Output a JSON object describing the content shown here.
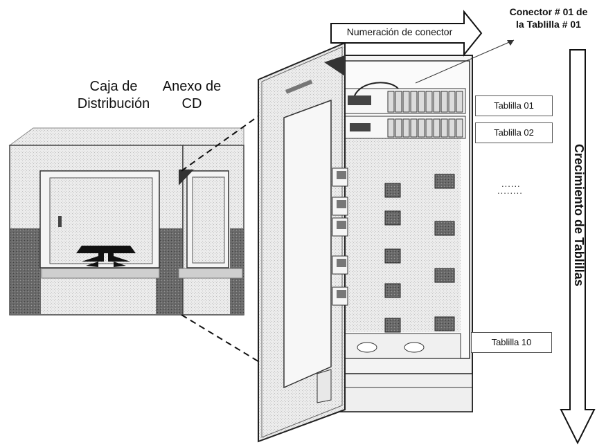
{
  "labels": {
    "caja_line1": "Caja de",
    "caja_line2": "Distribución",
    "anexo_line1": "Anexo de",
    "anexo_line2": "CD",
    "numeracion": "Numeración de conector",
    "conector_line1": "Conector # 01 de",
    "conector_line2": "la Tablilla # 01",
    "crecimiento": "Crecimiento de Tablillas"
  },
  "tablillas": [
    {
      "label": "Tablilla 01"
    },
    {
      "label": "Tablilla 02"
    },
    {
      "label": "......"
    },
    {
      "label": "........"
    },
    {
      "label": "Tablilla 10"
    }
  ],
  "colors": {
    "cabinet_fill": "#e9e9e9",
    "dark_base": "#555555",
    "connector_fill": "#777777",
    "outline": "#222222"
  }
}
